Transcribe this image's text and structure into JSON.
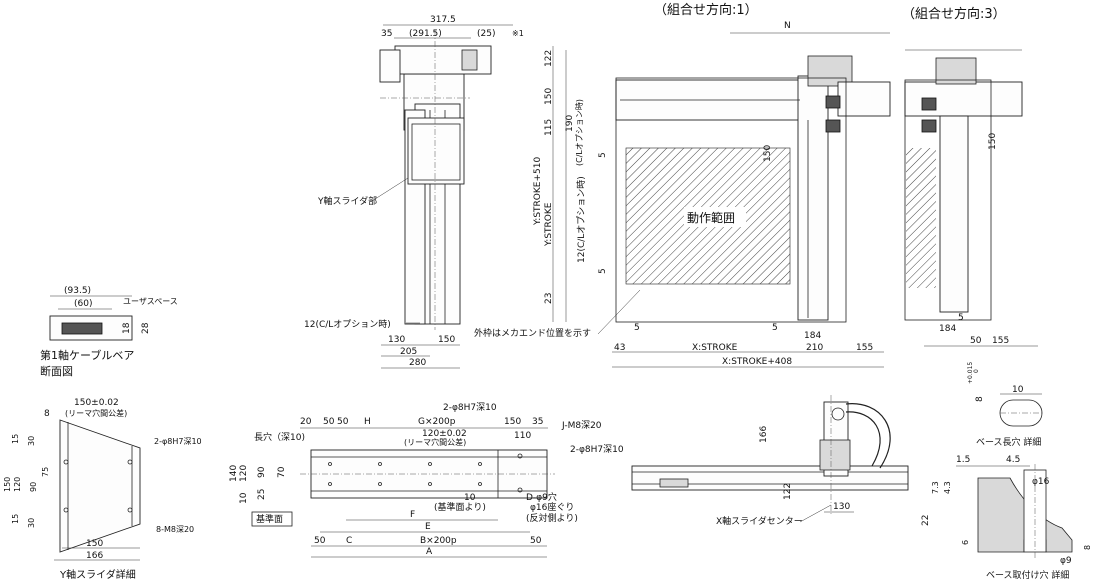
{
  "headings": {
    "config1": "（組合せ方向:1）",
    "config3": "（組合せ方向:3）"
  },
  "labels": {
    "motion_range": "動作範囲",
    "y_slider_part": "Y軸スライダ部",
    "outer_frame_note": "外枠はメカエンド位置を示す",
    "cl_option_12": "12(C/Lオプション時)",
    "cl_option_vertical": "12(C/Lオプション時)",
    "cl_option_190": "(C/Lオプション時)",
    "user_space": "ユーザスペース",
    "cable_bear_title_1": "第1軸ケーブルベア",
    "cable_bear_title_2": "断面図",
    "y_slider_detail": "Y軸スライダ詳細",
    "x_slider_center": "X軸スライダセンター",
    "reference_surface": "基準面",
    "base_slot_detail": "ベース長穴 詳細",
    "base_mount_detail": "ベース取付け穴 詳細",
    "note_1": "※1"
  },
  "dims": {
    "d317_5": "317.5",
    "d291_5": "(291.5)",
    "d35_top": "35",
    "d25_top": "(25)",
    "dN": "N",
    "d122": "122",
    "d150_v": "150",
    "d115": "115",
    "d190": "190",
    "d5_a": "5",
    "d5_b": "5",
    "d150_mid": "150",
    "d150_r": "150",
    "y_stroke_510": "Y:STROKE+510",
    "y_stroke": "Y:STROKE",
    "d23": "23",
    "d5_c": "5",
    "d5_d": "5",
    "d184_a": "184",
    "d184_b": "184",
    "d5_e": "5",
    "d43": "43",
    "x_stroke": "X:STROKE",
    "d210": "210",
    "d155_a": "155",
    "d155_b": "155",
    "d50_r": "50",
    "x_stroke_408": "X:STROKE+408",
    "d130_a": "130",
    "d150_b": "150",
    "d205": "205",
    "d280": "280",
    "d93_5": "(93.5)",
    "d60": "(60)",
    "d18": "18",
    "d28": "28",
    "d150_002_a": "150±0.02",
    "reamer_pitch_a": "(リーマ穴間公差)",
    "d8_ys": "8",
    "pin_hole_a": "2-φ8H7深10",
    "d15_a": "15",
    "d30_a": "30",
    "d120_ys": "120",
    "d150_ys": "150",
    "d90_ys": "90",
    "d75_ys": "75",
    "d30_b": "30",
    "d15_b": "15",
    "tap_m8": "8-M8深20",
    "d150_ys_b": "150",
    "d166_ys": "166",
    "d20": "20",
    "d50_a": "50",
    "d50_b": "50",
    "dH": "H",
    "g_pitch": "G×200p",
    "pin_hole_b": "2-φ8H7深10",
    "d150_c": "150",
    "d35_b": "35",
    "tap_j": "J-M8深20",
    "d120_002": "120±0.02",
    "reamer_pitch_b": "(リーマ穴間公差)",
    "d110": "110",
    "pin_hole_c": "2-φ8H7深10",
    "slot_10": "長穴（深10)",
    "d140": "140",
    "d120_bs": "120",
    "d90_bs": "90",
    "d70_bs": "70",
    "d25_bs": "25",
    "d10_bs": "10",
    "d10_ref": "10",
    "from_ref": "(基準面より)",
    "d_hole": "D-φ9穴",
    "counterbore": "φ16座ぐり",
    "from_opposite": "(反対側より)",
    "dF": "F",
    "dE": "E",
    "d50_c": "50",
    "dC": "C",
    "b_pitch": "B×200p",
    "d50_d": "50",
    "dA": "A",
    "d166_x": "166",
    "d122_x": "122",
    "d130_x": "130",
    "tol_8": "8",
    "tol_up": "+0.015",
    "tol_lo": "0",
    "d10_slot": "10",
    "d1_5": "1.5",
    "d4_5": "4.5",
    "d7_3": "7.3",
    "d4_3": "4.3",
    "phi16": "φ16",
    "d22": "22",
    "d6": "6",
    "d8_mh": "8",
    "phi9": "φ9"
  }
}
